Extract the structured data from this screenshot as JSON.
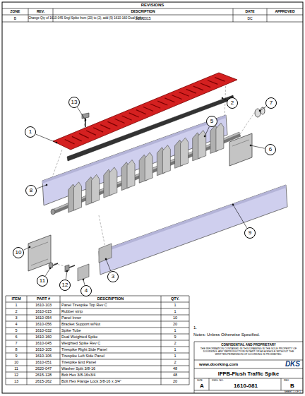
{
  "diagram": {
    "nodes": [
      {
        "text": [
          "13"
        ]
      },
      {
        "text": [
          "2"
        ]
      },
      {
        "text": [
          "7"
        ]
      },
      {
        "text": [
          "5"
        ]
      },
      {
        "text": [
          "1"
        ]
      },
      {
        "text": [
          "6"
        ]
      },
      {
        "text": [
          "8"
        ]
      },
      {
        "text": [
          "9"
        ]
      },
      {
        "text": [
          "10"
        ]
      },
      {
        "text": [
          "3"
        ]
      },
      {
        "text": [
          "11"
        ]
      },
      {
        "text": [
          "12"
        ]
      },
      {
        "text": [
          "4"
        ]
      }
    ],
    "labels": [
      "REVISIONS",
      "ZONE",
      "REV.",
      "DESCRIPTION",
      "DATE",
      "APPROVED",
      "B",
      "Change Qty of 1610-045 Sngl Spike from (20) to (2), add (9) 1610-160 Dual Spike",
      "3/21/2015",
      "DC",
      "ITEM",
      "PART #",
      "DESCRIPTION",
      "QTY.",
      "1",
      "1610-103",
      "Panel Tirespike Top Rev C",
      "1",
      "2",
      "1610-015",
      "Rubber strip",
      "1",
      "3",
      "1610-054",
      "Panel Inner",
      "10",
      "4",
      "1610-056",
      "Bracket Support w/Nut",
      "20",
      "5",
      "1610-032",
      "Spike Tube",
      "1",
      "6",
      "1610-160",
      "Dual Weighted Spike",
      "9",
      "7",
      "1610-045",
      "Weighted Spike Rev C",
      "2",
      "8",
      "1610-105",
      "Tirespike Right Side Panel",
      "1",
      "9",
      "1610-106",
      "Tirespike Left Side Panel",
      "1",
      "10",
      "1610-051",
      "Tirespike End Panel",
      "2",
      "11",
      "2620-047",
      "Washer Split 3/8-16",
      "48",
      "12",
      "2615-128",
      "Bolt Hex 3/8-16x3/4",
      "48",
      "13",
      "2615-262",
      "Bolt Hex Flange Lock 3/8-16 x 3/4\"",
      "20",
      "1.",
      "Notes: Unless Otherwise Specified.",
      "CONFIDENTIAL AND PROPRIETARY",
      "THE INFORMATION CONTAINED IN THIS DRAWING IS THE SOLE PROPERTY OF DOORKING. ANY REPRODUCTION IN PART OR AS A WHOLE WITHOUT THE WRITTEN PERMISSION OF DOORKING IS PROHIBITED.",
      "www.doorking.com",
      "DKS",
      "IFPB-Flush Traffic Spike",
      "SIZE",
      "A",
      "DWG. NO.",
      "1610-081",
      "REV.",
      "B",
      "SHEET 1 OF 1"
    ]
  }
}
